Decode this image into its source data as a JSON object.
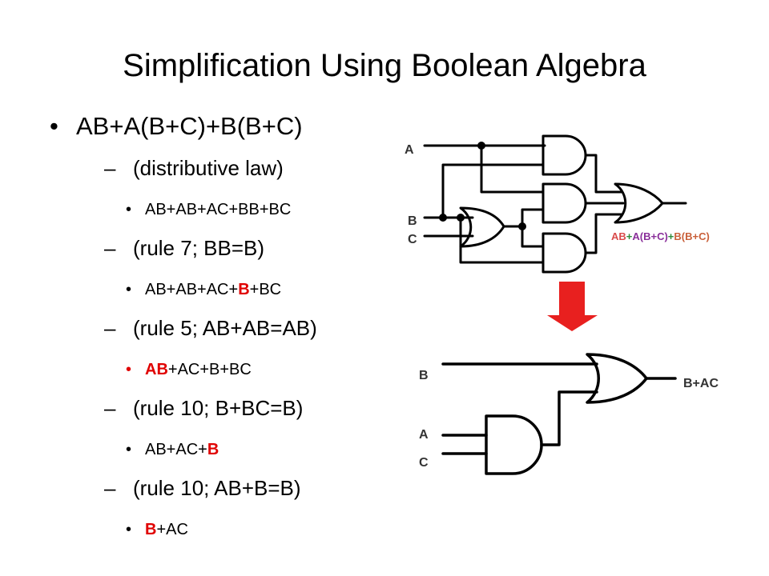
{
  "slide": {
    "title": "Simplification Using Boolean Algebra"
  },
  "bullets": {
    "main": {
      "mark": "•",
      "text": "AB+A(B+C)+B(B+C)"
    },
    "dash": "–",
    "dot": "•",
    "steps": [
      {
        "rule": "(distributive law)",
        "result": [
          {
            "t": "AB+AB+AC+BB+BC"
          }
        ]
      },
      {
        "rule": "(rule 7; BB=B)",
        "result": [
          {
            "t": "AB+AB+AC+"
          },
          {
            "t": "B",
            "style": "red-bold"
          },
          {
            "t": "+BC"
          }
        ]
      },
      {
        "rule": "(rule 5; AB+AB=AB)",
        "result": [
          {
            "t": "AB",
            "style": "red-bold"
          },
          {
            "t": "+AC+B+BC"
          }
        ]
      },
      {
        "rule": "(rule 10; B+BC=B)",
        "result": [
          {
            "t": "AB+AC+"
          },
          {
            "t": "B",
            "style": "red-bold"
          }
        ]
      },
      {
        "rule": "(rule 10; AB+B=B)",
        "result": [
          {
            "t": "B",
            "style": "red-bold"
          },
          {
            "t": "+AC"
          }
        ]
      }
    ]
  },
  "circuit_top": {
    "inputs": {
      "a": "A",
      "b": "B",
      "c": "C"
    },
    "output_expression": [
      {
        "t": "AB",
        "color": "#d94a4a"
      },
      {
        "t": "+",
        "color": "#2e8b3a"
      },
      {
        "t": "A(B+C)",
        "color": "#8a2f9a"
      },
      {
        "t": "+",
        "color": "#2e8b3a"
      },
      {
        "t": "B(B+C)",
        "color": "#c9603a"
      }
    ]
  },
  "arrow": {
    "color": "#e8201f"
  },
  "circuit_bottom": {
    "inputs": {
      "b": "B",
      "a": "A",
      "c": "C"
    },
    "output": "B+AC"
  }
}
